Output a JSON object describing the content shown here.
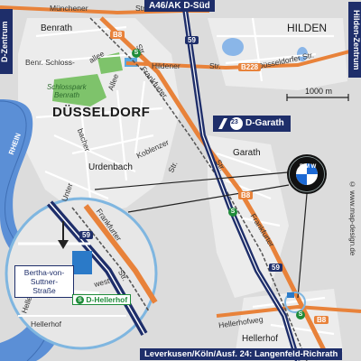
{
  "top_banner": "A46/AK D-Süd",
  "bottom_banner": "Leverkusen/Köln/Ausf. 24: Langenfeld-Richrath",
  "left_banner": "D-Zentrum",
  "right_banner": "Hilden-Zentrum",
  "credit": "© www.map-design.de",
  "scale_label": "1000 m",
  "exit": {
    "number": "23",
    "name": "D-Garath"
  },
  "places": {
    "benrath": "Benrath",
    "hilden": "HILDEN",
    "duesseldorf": "DÜSSELDORF",
    "urdenbach": "Urdenbach",
    "garath": "Garath",
    "hellerhof": "Hellerhof",
    "schlosspark_line1": "Schlosspark",
    "schlosspark_line2": "Benrath",
    "rhein": "RHEIN"
  },
  "streets": {
    "muenchener": "Münchener",
    "str_top": "Str.",
    "benr_schloss": "Benr. Schloss-",
    "allee": "allee",
    "allee_short": "Allee",
    "hildener": "Hildener",
    "str_hildener": "Str.",
    "duesseldorfer": "Düsseldorfer Str.",
    "frankfurter": "Frankfurter",
    "str_frank1": "Str.",
    "str_frank2": "Str.",
    "frankfurter_lower": "Frankfurter",
    "koblenzer": "Koblenzer",
    "str_koblenzer": "Str.",
    "unter": "Unter",
    "bacher": "bacher",
    "hellerhofweg": "Hellerhofweg"
  },
  "shields": {
    "b8": "B8",
    "b228": "B228",
    "a59": "59"
  },
  "inset": {
    "address_line1": "Bertha-von-",
    "address_line2": "Suttner-",
    "address_line3": "Straße",
    "station": "D-Hellerhof",
    "frankfurter": "Frankfurter",
    "str": "Str.",
    "west": "west",
    "hellerhof": "Hellerhof",
    "heller": "Heller-",
    "shield_59": "59"
  },
  "colors": {
    "background": "#dcdcdc",
    "river": "#5b8fd6",
    "road_orange": "#e8823a",
    "highway_blue": "#1e2e6a",
    "park_green": "#7ec36b",
    "brand_dark": "#1e2e6a"
  },
  "logo": "bmw-logo"
}
